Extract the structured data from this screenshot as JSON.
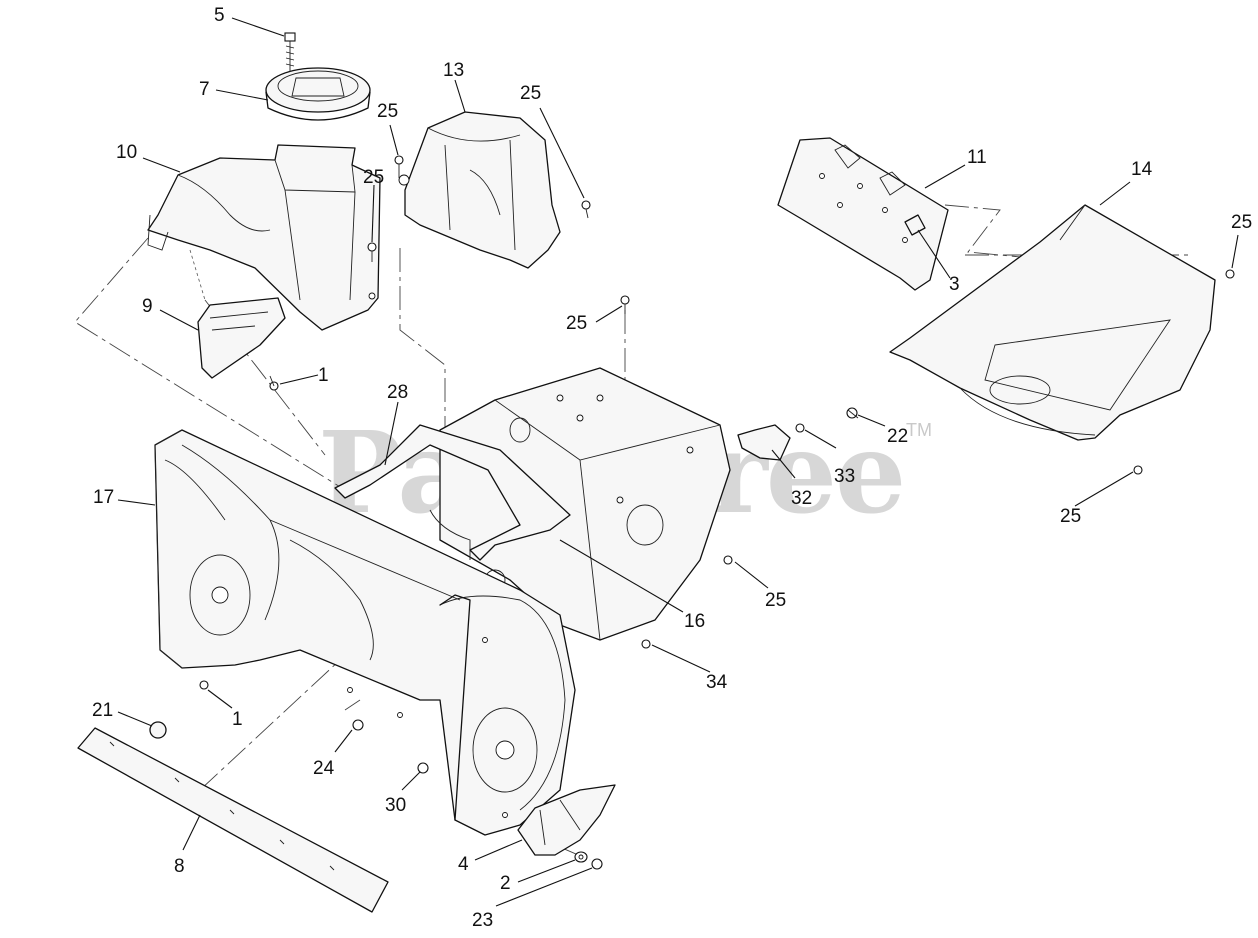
{
  "diagram": {
    "watermark": "PartsTree",
    "watermark_mark": "TM",
    "callouts": [
      {
        "id": "c5",
        "label": "5"
      },
      {
        "id": "c7",
        "label": "7"
      },
      {
        "id": "c10",
        "label": "10"
      },
      {
        "id": "c13",
        "label": "13"
      },
      {
        "id": "c25a",
        "label": "25"
      },
      {
        "id": "c25b",
        "label": "25"
      },
      {
        "id": "c25c",
        "label": "25"
      },
      {
        "id": "c11",
        "label": "11"
      },
      {
        "id": "c14",
        "label": "14"
      },
      {
        "id": "c25d",
        "label": "25"
      },
      {
        "id": "c3",
        "label": "3"
      },
      {
        "id": "c9",
        "label": "9"
      },
      {
        "id": "c1a",
        "label": "1"
      },
      {
        "id": "c25e",
        "label": "25"
      },
      {
        "id": "c28",
        "label": "28"
      },
      {
        "id": "c22",
        "label": "22"
      },
      {
        "id": "c33",
        "label": "33"
      },
      {
        "id": "c32",
        "label": "32"
      },
      {
        "id": "c25f",
        "label": "25"
      },
      {
        "id": "c17",
        "label": "17"
      },
      {
        "id": "c16",
        "label": "16"
      },
      {
        "id": "c25g",
        "label": "25"
      },
      {
        "id": "c34",
        "label": "34"
      },
      {
        "id": "c1b",
        "label": "1"
      },
      {
        "id": "c21",
        "label": "21"
      },
      {
        "id": "c24",
        "label": "24"
      },
      {
        "id": "c30",
        "label": "30"
      },
      {
        "id": "c8",
        "label": "8"
      },
      {
        "id": "c4",
        "label": "4"
      },
      {
        "id": "c2",
        "label": "2"
      },
      {
        "id": "c23",
        "label": "23"
      }
    ]
  }
}
